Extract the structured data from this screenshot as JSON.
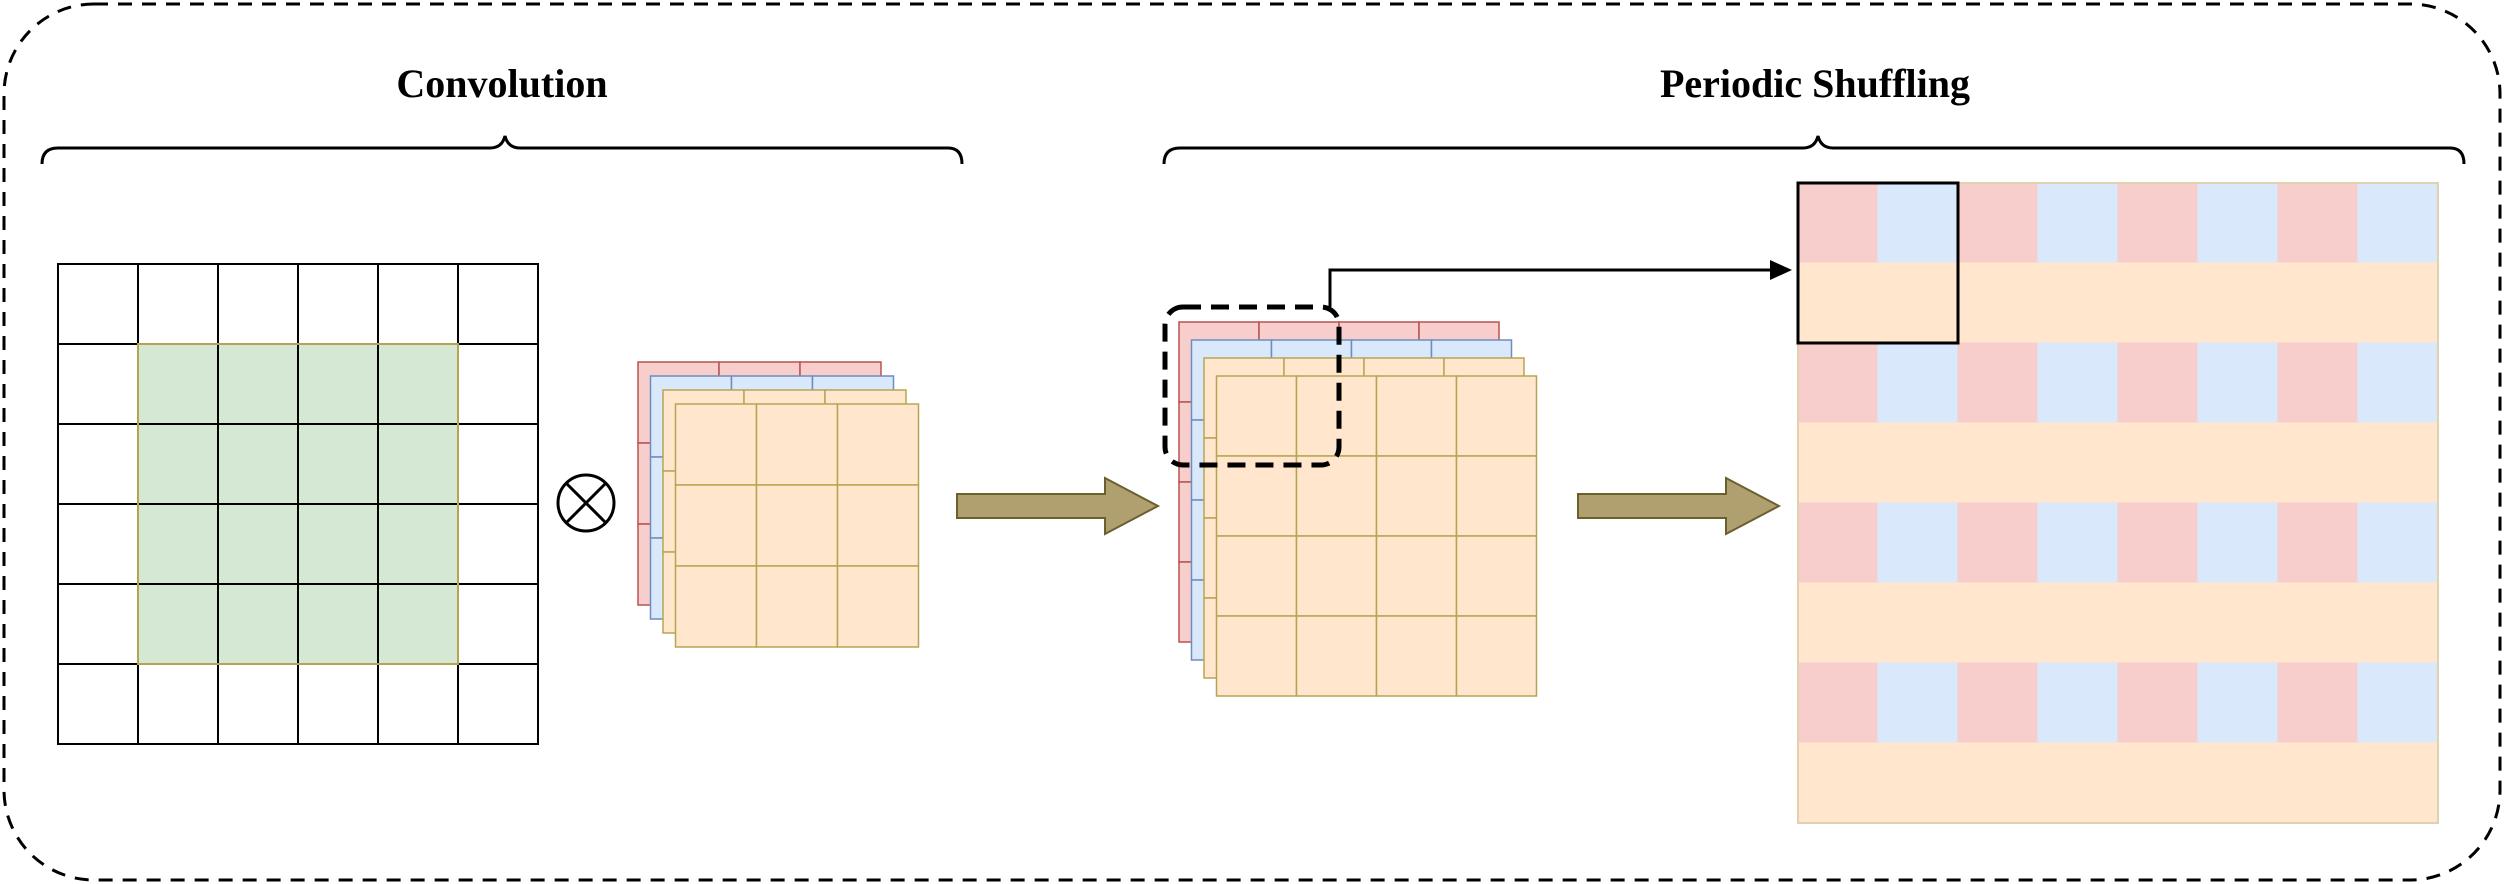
{
  "sections": {
    "convolution": {
      "title": "Convolution"
    },
    "periodic_shuffling": {
      "title": "Periodic Shuffling"
    }
  },
  "operator_symbol": "⊗",
  "colors": {
    "outline_dashed": "#000000",
    "input_grid_line": "#000000",
    "input_highlight_fill": "#d5e8d4",
    "input_highlight_stroke": "#b5a553",
    "channel_red_fill": "#f8cecc",
    "channel_red_stroke": "#b85450",
    "channel_blue_fill": "#dae8fc",
    "channel_blue_stroke": "#6c8ebf",
    "channel_orange_fill": "#ffe6cc",
    "channel_orange_stroke": "#b5a553",
    "arrow_fill": "#b0a070",
    "arrow_stroke": "#6b5f2e"
  },
  "input_grid": {
    "rows": 6,
    "cols": 6,
    "highlight_rows": [
      1,
      4
    ],
    "highlight_cols": [
      1,
      4
    ]
  },
  "kernel_stack": {
    "rows": 3,
    "cols": 3,
    "layers": [
      "red",
      "blue",
      "orange",
      "orange"
    ]
  },
  "feature_stack": {
    "rows": 4,
    "cols": 4,
    "layers": [
      "red",
      "blue",
      "orange",
      "orange"
    ]
  },
  "output_grid": {
    "rows": 8,
    "cols": 8,
    "row_pattern": [
      "red-blue",
      "orange",
      "red-blue",
      "orange",
      "red-blue",
      "orange",
      "red-blue",
      "orange"
    ]
  }
}
